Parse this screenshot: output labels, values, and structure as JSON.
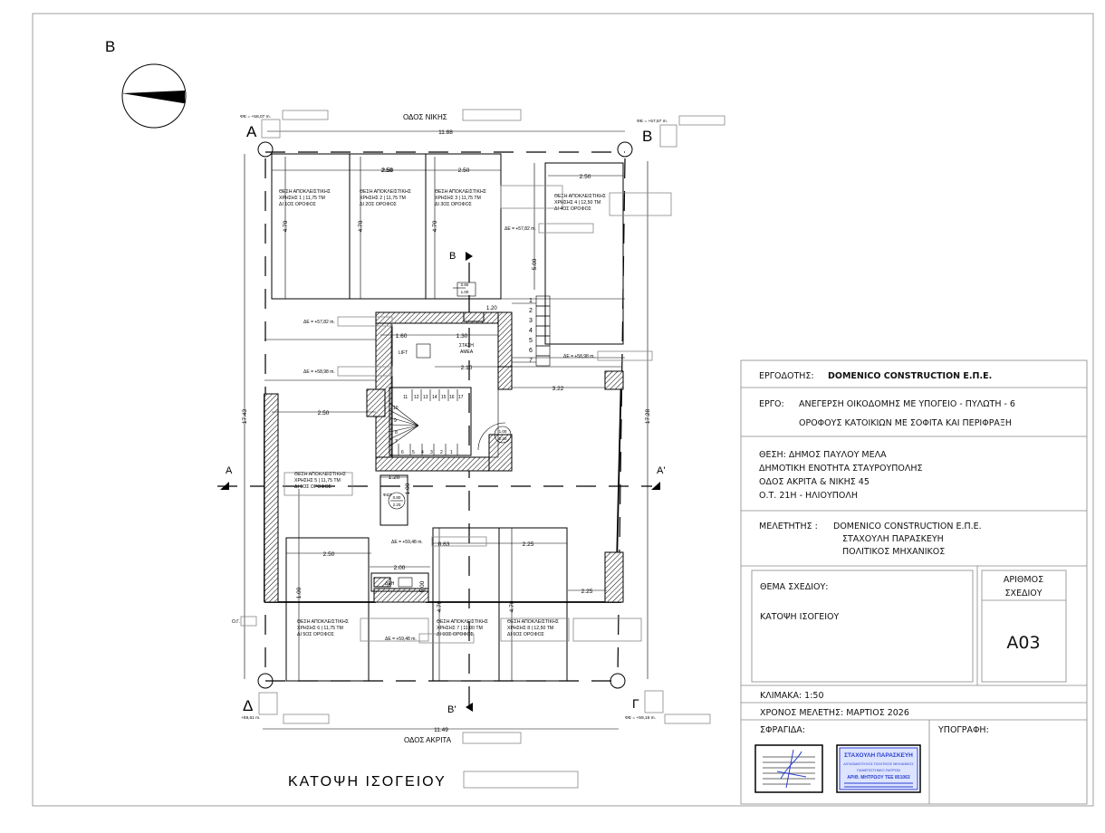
{
  "sheet": {
    "corner_letter": "B",
    "bottom_title": "ΚΑΤΟΨΗ ΙΣΟΓΕΙΟΥ",
    "streets": {
      "top": "ΟΔΟΣ ΝΙΚΗΣ",
      "bottom": "ΟΔΟΣ ΑΚΡΙΤΑ"
    },
    "corners": {
      "a": "A",
      "b": "B",
      "g": "Γ",
      "d": "Δ"
    },
    "corner_elevations": {
      "a": "ΦΕ = +58,07 m.",
      "b": "ΦΕ = +57,57 m.",
      "d": "+59,61 m.",
      "g": "ΦΕ = +59,15 m."
    },
    "section_markers": {
      "a_left": "A",
      "a_right": "A'",
      "b_top": "B",
      "b_bottom": "B'"
    },
    "og_label": "Ο.Γ."
  },
  "plan": {
    "parking": [
      [
        "ΘΕΣΗ ΑΠΟΚΛΕΙΣΤΙΚΗΣ",
        "ΧΡΗΣΗΣ 1 | 11,75 ΤΜ",
        "ΔΙ 1ΟΣ ΟΡΟΦΟΣ"
      ],
      [
        "ΘΕΣΗ ΑΠΟΚΛΕΙΣΤΙΚΗΣ",
        "ΧΡΗΣΗΣ 2 | 11,75 ΤΜ",
        "ΔΙ 2ΟΣ ΟΡΟΦΟΣ"
      ],
      [
        "ΘΕΣΗ ΑΠΟΚΛΕΙΣΤΙΚΗΣ",
        "ΧΡΗΣΗΣ 3 | 11,75 ΤΜ",
        "ΔΙ 3ΟΣ ΟΡΟΦΟΣ"
      ],
      [
        "ΘΕΣΗ ΑΠΟΚΛΕΙΣΤΙΚΗΣ",
        "ΧΡΗΣΗΣ 4 | 12,50 ΤΜ",
        "ΔΙ 4ΟΣ ΟΡΟΦΟΣ"
      ],
      [
        "ΘΕΣΗ ΑΠΟΚΛΕΙΣΤΙΚΗΣ",
        "ΧΡΗΣΗΣ 5 | 11,75 ΤΜ",
        "ΔΙ 5ΟΣ ΟΡΟΦΟΣ"
      ],
      [
        "ΘΕΣΗ ΑΠΟΚΛΕΙΣΤΙΚΗΣ",
        "ΧΡΗΣΗΣ 6 | 11,75 ΤΜ",
        "ΔΙ 5ΟΣ ΟΡΟΦΟΣ"
      ],
      [
        "ΘΕΣΗ ΑΠΟΚΛΕΙΣΤΙΚΗΣ",
        "ΧΡΗΣΗΣ 7 | 11,00 ΤΜ",
        "ΔΙ 6ΟΣ ΟΡΟΦΟΣ"
      ],
      [
        "ΘΕΣΗ ΑΠΟΚΛΕΙΣΤΙΚΗΣ",
        "ΧΡΗΣΗΣ 8 | 12,50 ΤΜ",
        "ΔΙ 6ΟΣ ΟΡΟΦΟΣ"
      ]
    ],
    "elevations": [
      "ΔΕ = +57,82 m.",
      "ΔΕ = +57,82 m.",
      "ΔΕ = +58,98 m.",
      "ΔΕ = +58,98 m.",
      "ΔΕ = +59,48 m.",
      "ΔΕ = +59,48 m."
    ],
    "dimensions": [
      "11.88",
      "11.49",
      "17.43",
      "17.28",
      "2.50",
      "2.50",
      "2.50",
      "2.50",
      "4.70",
      "4.70",
      "4.70",
      "5.00",
      "1.60",
      "1.30",
      "2.10",
      "3.22",
      "2.50",
      "1.20",
      "1.00",
      "2.50",
      "2.00",
      "0.63",
      "2.25",
      "2.25",
      "1.00",
      "4.70",
      "4.70",
      "5.00",
      "5.00"
    ],
    "rooms": {
      "lift": "LIFT",
      "amea_1": "ΣΤΑΣΗ",
      "amea_2": "ΑΜΕΑ",
      "dei": "ΔΕΗ",
      "fwd": "ΦΩΤ"
    },
    "openings": [
      [
        "0.80",
        "1.00"
      ],
      [
        "1.00",
        "2.20"
      ],
      [
        "0.80",
        "2.20"
      ]
    ],
    "window_small": "1.20",
    "ext_stair_steps": [
      "1",
      "2",
      "3",
      "4",
      "5",
      "6",
      "7"
    ],
    "int_stair_steps": [
      "1",
      "2",
      "3",
      "4",
      "5",
      "6",
      "7",
      "8",
      "9",
      "10",
      "11",
      "12",
      "13",
      "14",
      "15",
      "16",
      "17"
    ]
  },
  "title_block": {
    "client_label": "ΕΡΓΟΔΟΤΗΣ:",
    "client": "DOMENICO CONSTRUCTION Ε.Π.Ε.",
    "project_label": "ΕΡΓΟ:",
    "project_line1": "ΑΝΕΓΕΡΣΗ ΟΙΚΟΔΟΜΗΣ ΜΕ ΥΠΟΓΕΙΟ - ΠΥΛΩΤΗ - 6",
    "project_line2": "ΟΡΟΦΟΥΣ ΚΑΤΟΙΚΙΩΝ ΜΕ ΣΟΦΙΤΑ ΚΑΙ ΠΕΡΙΦΡΑΞΗ",
    "location": [
      "ΘΕΣΗ: ΔΗΜΟΣ ΠΑΥΛΟΥ ΜΕΛΑ",
      "ΔΗΜΟΤΙΚΗ ΕΝΟΤΗΤΑ ΣΤΑΥΡΟΥΠΟΛΗΣ",
      "ΟΔΟΣ ΑΚΡΙΤΑ & ΝΙΚΗΣ 45",
      "Ο.Τ. 21Η - ΗΛΙΟΥΠΟΛΗ"
    ],
    "designer_label": "ΜΕΛΕΤΗΤΗΣ :",
    "designer": [
      "DOMENICO CONSTRUCTION Ε.Π.Ε.",
      "ΣΤΑΧΟΥΛΗ ΠΑΡΑΣΚΕΥΗ",
      "ΠΟΛΙΤΙΚΟΣ ΜΗΧΑΝΙΚΟΣ"
    ],
    "subject_label": "ΘΕΜΑ ΣΧΕΔΙΟΥ:",
    "subject": "ΚΑΤΟΨΗ ΙΣΟΓΕΙΟΥ",
    "drawing_no_label_1": "ΑΡΙΘΜΟΣ",
    "drawing_no_label_2": "ΣΧΕΔΙΟΥ",
    "drawing_no": "A03",
    "scale": "ΚΛΙΜΑΚΑ:   1:50",
    "date": "ΧΡΟΝΟΣ ΜΕΛΕΤΗΣ: ΜΑΡΤΙΟΣ 2026",
    "stamp_label": "ΣΦΡΑΓΙΔΑ:",
    "signature_label": "ΥΠΟΓΡΑΦΗ:",
    "stamp_text": [
      "ΣΤΑΧΟΥΛΗ ΠΑΡΑΣΚΕΥΗ",
      "ΔΙΠΛΩΜΑΤΟΥΧΟΣ ΠΟΛΙΤΙΚΟΣ ΜΗΧΑΝΙΚΟΣ",
      "ΠΑΝΕΠΙΣΤΗΜΙΟ ΠΑΤΡΩΝ",
      "ΑΡΙΘ. ΜΗΤΡΩΟΥ ΤΕΕ 851063"
    ],
    "stamp_blue": "#2a3fd0"
  }
}
